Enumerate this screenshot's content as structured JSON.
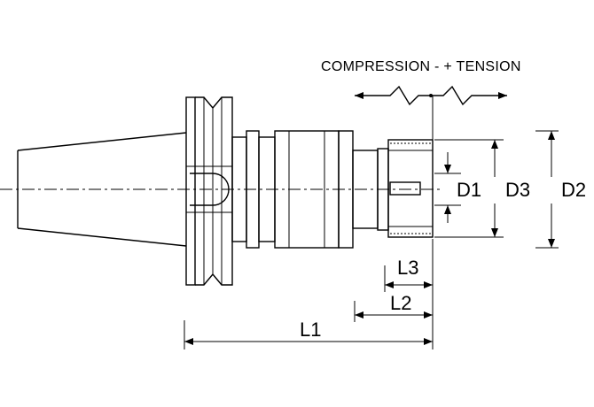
{
  "header": {
    "caption": "COMPRESSION  -  + TENSION"
  },
  "dimensions": {
    "d1": "D1",
    "d3": "D3",
    "d2": "D2",
    "l1": "L1",
    "l2": "L2",
    "l3": "L3"
  }
}
